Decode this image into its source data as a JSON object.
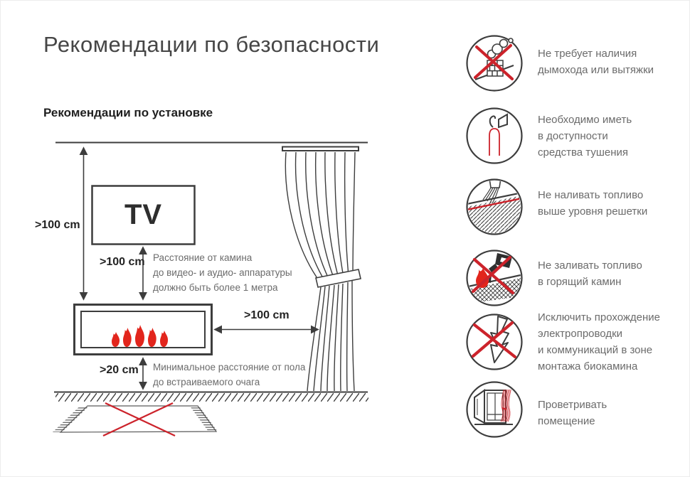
{
  "page": {
    "title": "Рекомендации по безопасности"
  },
  "installation": {
    "subtitle": "Рекомендации по установке",
    "tv_label": "TV",
    "ceiling_distance": ">100 cm",
    "tv_distance": ">100 cm",
    "side_distance": ">100 cm",
    "floor_distance": ">20 cm",
    "tv_note_line1": "Расстояние от камина",
    "tv_note_line2": "до видео- и аудио- аппаратуры",
    "tv_note_line3": "должно быть более 1 метра",
    "floor_note_line1": "Минимальное расстояние от пола",
    "floor_note_line2": "до встраиваемого очага"
  },
  "safety": {
    "items": [
      {
        "icon": "no-chimney",
        "line1": "Не требует наличия",
        "line2": "дымохода или вытяжки"
      },
      {
        "icon": "fire-extinguisher",
        "line1": "Необходимо иметь",
        "line2": "в доступности",
        "line3": "средства тушения"
      },
      {
        "icon": "fuel-level",
        "line1": "Не наливать топливо",
        "line2": "выше уровня решетки"
      },
      {
        "icon": "no-refuel-burning",
        "line1": "Не заливать топливо",
        "line2": "в горящий камин"
      },
      {
        "icon": "no-wiring",
        "line1": "Исключить прохождение",
        "line2": "электропроводки",
        "line3": "и коммуникаций в зоне",
        "line4": "монтажа биокамина"
      },
      {
        "icon": "ventilate",
        "line1": "Проветривать",
        "line2": "помещение"
      }
    ]
  },
  "colors": {
    "line_dark": "#3d3d3d",
    "prohibit_red": "#cc232b",
    "flame_red": "#e2251c",
    "note_gray": "#6b6b6b"
  }
}
